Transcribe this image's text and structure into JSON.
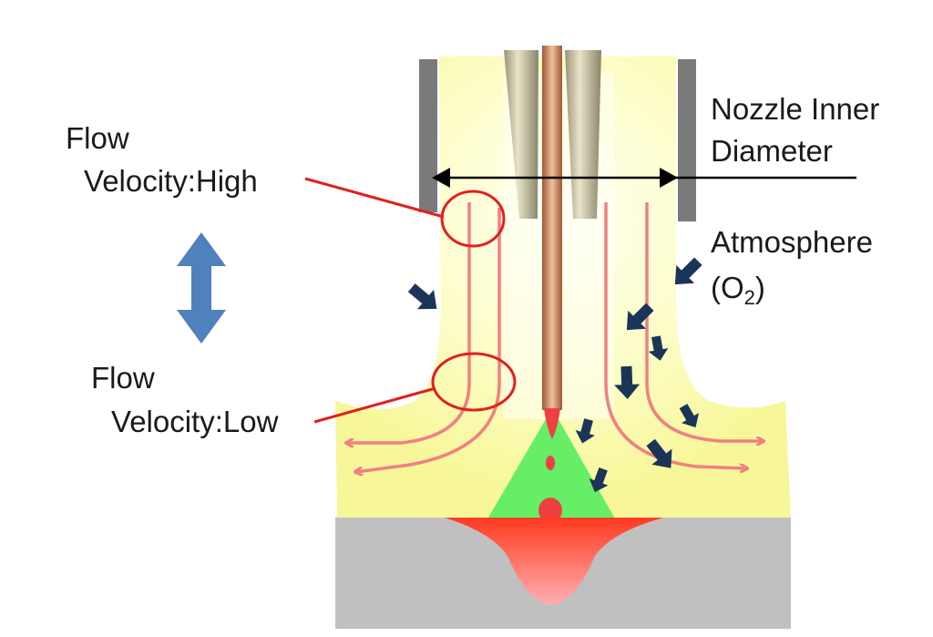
{
  "labels": {
    "flow_high_line1": "Flow",
    "flow_high_line2": "Velocity:High",
    "flow_low_line1": "Flow",
    "flow_low_line2": "Velocity:Low",
    "nozzle_line1": "Nozzle Inner",
    "nozzle_line2": "Diameter",
    "atmosphere_line1": "Atmosphere",
    "atmosphere_line2_prefix": "(O",
    "atmosphere_subscript": "2",
    "atmosphere_line2_suffix": ")"
  },
  "colors": {
    "shield_gas": "#fbfbaa",
    "shield_gas_core": "#fffff0",
    "nozzle_wall": "#7a7a7a",
    "wire": "#c8855a",
    "arc": "#66ee66",
    "droplet": "#ee4040",
    "weld_pool": "#ff4030",
    "base_metal": "#c0c0c0",
    "flow_lines": "#f08080",
    "atmosphere_arrows": "#1a3558",
    "highlight_circle": "#e02020",
    "velocity_arrow": "#4f81bd"
  }
}
